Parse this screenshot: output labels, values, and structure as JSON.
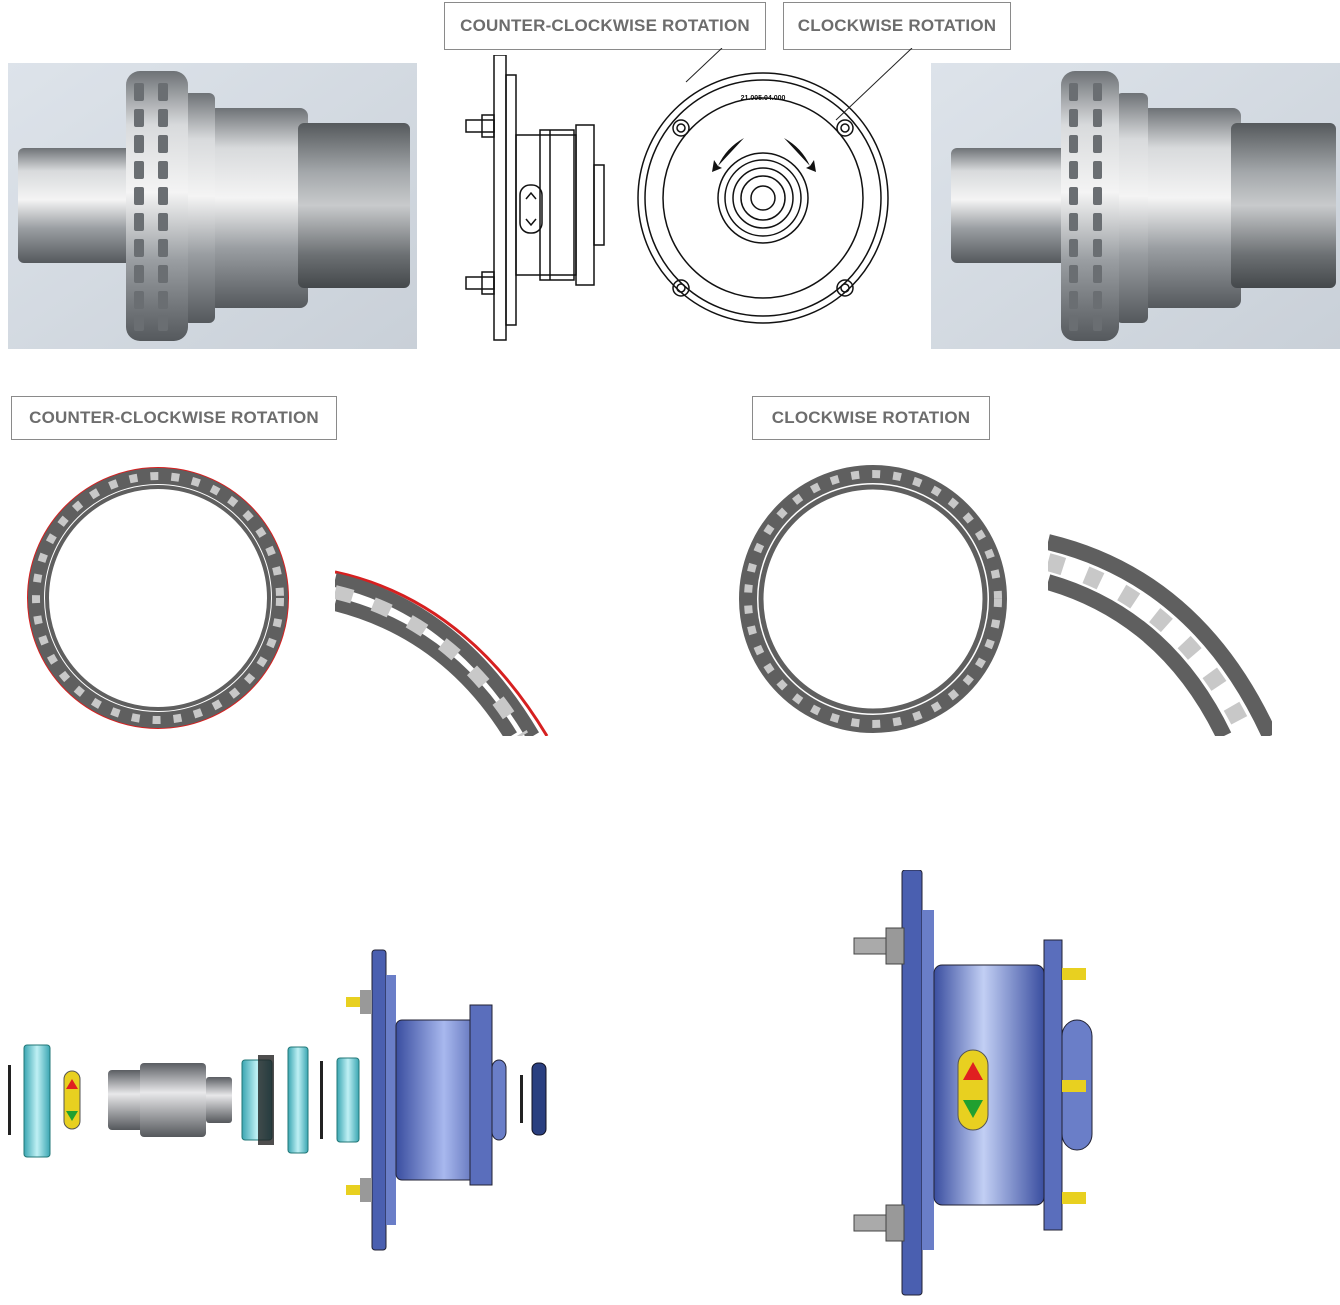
{
  "labels": {
    "top_ccw": "COUNTER-CLOCKWISE ROTATION",
    "top_cw": "CLOCKWISE ROTATION",
    "mid_ccw": "COUNTER-CLOCKWISE ROTATION",
    "mid_cw": "CLOCKWISE ROTATION"
  },
  "drawing": {
    "plate_text": "21.005.04.000"
  },
  "colors": {
    "label_border": "#8a8a8a",
    "label_text": "#6d6d6d",
    "ring_gray": "#5f5f5f",
    "ring_slot": "#c8c8c8",
    "ccw_accent": "#d62020",
    "hub_blue": "#4a5fb0",
    "part_cyan": "#5bc2cc",
    "bolt_yellow": "#e8d020",
    "arrow_red": "#e02020",
    "arrow_green": "#20a030"
  }
}
